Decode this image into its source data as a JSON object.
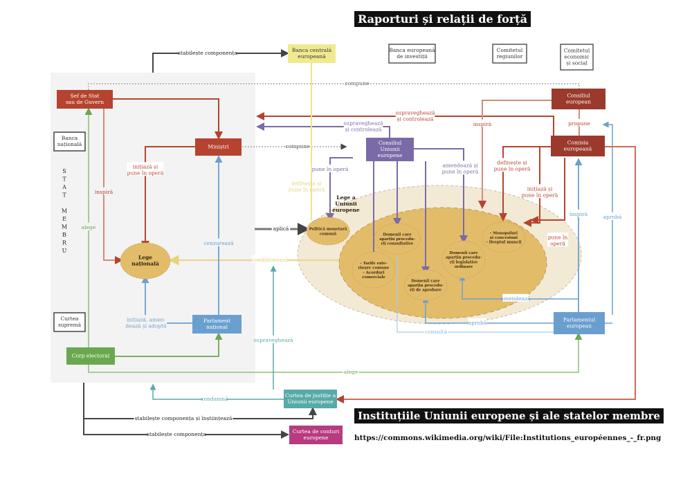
{
  "titles": {
    "top": "Raporturi și relații de forță",
    "bottom": "Instituțiile Uniunii europene și ale statelor membre",
    "source_url": "https://commons.wikimedia.org/wiki/File:Institutions_européennes_-_fr.png"
  },
  "colors": {
    "red": "#b5432f",
    "dark_red": "#9b3a2c",
    "purple": "#7b6aa8",
    "blue": "#6aa0cf",
    "green": "#6aa84f",
    "teal": "#58aaa8",
    "yellow": "#f0ea8f",
    "magenta": "#b83a7f",
    "ellipse_outer": "#f3ead6",
    "ellipse_inner": "#e3bc6a",
    "state_bg": "#f3f3f3",
    "grey_line": "#555555"
  },
  "state": {
    "label_letters": [
      "S",
      "T",
      "A",
      "T",
      "",
      "M",
      "E",
      "M",
      "B",
      "R",
      "U"
    ]
  },
  "nodes": {
    "sef_stat": "Șef de Stat|sau de Guvern",
    "ministri": "Miniștri",
    "banca_nationala": "Banca|națională",
    "curtea_suprema": "Curtea|supremă",
    "lege_nationala": "Lege|națională",
    "parlament_national": "Parlament|național",
    "corp_electoral": "Corp electoral",
    "bce": "Banca centrală|europeană",
    "bei": "Banca europeană|de investiții",
    "comitet_regiuni": "Comitetul|regiunilor",
    "comitet_economic": "Comitetul|economic|și social",
    "consiliul_european": "Consiliul|european",
    "comisia": "Comisia|europeană",
    "consiliul_ue": "Consiliul|Uniunii|europene",
    "parlamentul_european": "Parlamentul|european",
    "curtea_justitie": "Curtea de justiție a|Uniunii europene",
    "curtea_conturi": "Curtea de conturi|europene",
    "lege_ue": "Lege a|Uniunii|europene",
    "politica_monetara": "Politică monetară|comună",
    "domenii_consultative": "Domenii care|aparțin procedu-|rii consultative",
    "tarife": "- Tarife exte-|rioare comune|- Acorduri|comerciale",
    "domenii_aprobare": "Domenii care|aparțin procedu-|rii de aprobare",
    "domenii_ordinare": "Domenii care|aparțin procedu-|rii legislative|ordinare",
    "monopoluri": "- Monopoluri|și concesiuni|- Dreptul muncii"
  },
  "edges": {
    "stabileste_componenta_top": "stabilește componența",
    "compune_top": "compune",
    "supravegheaza_controleaza_red": "supraveghează|și controlează",
    "supravegheaza_controleaza_purple": "supraveghează|și controlează",
    "compune_mid": "compune",
    "inspira_right": "inspiră",
    "propune": "propune",
    "initiaza_pune_red": "inițiază și|pune în operă",
    "inspira_left": "inspiră",
    "alege_left": "alege",
    "defineste_yellow": "definește și|pune în operă",
    "pune_in_opera_purple": "pune în operă",
    "amendeaza_pune_purple": "amendează și|pune în operă",
    "defineste_red": "definește și|pune în operă",
    "initiaza_pune_red2": "inițiază și|pune în operă",
    "pune_in_opera_red": "pune în|operă",
    "inspira_blue": "inspiră",
    "aproba_blue_right": "aprobă",
    "aplica": "aplică",
    "cenzureaza": "cenzurează",
    "conditioneaza": "condiționează",
    "initiaza_amendeaza_adopta": "inițiază, amen-|dează și adoptă",
    "amendeaza": "amendează",
    "aproba": "aprobă",
    "consulta": "consultă",
    "supravegheaza_teal": "supraveghează",
    "alege_bottom": "alege",
    "condamna": "condamnă",
    "stabileste_instiinteaza": "stabilește componența și înștiințează",
    "stabileste_componenta_bottom": "stabilește componența"
  }
}
